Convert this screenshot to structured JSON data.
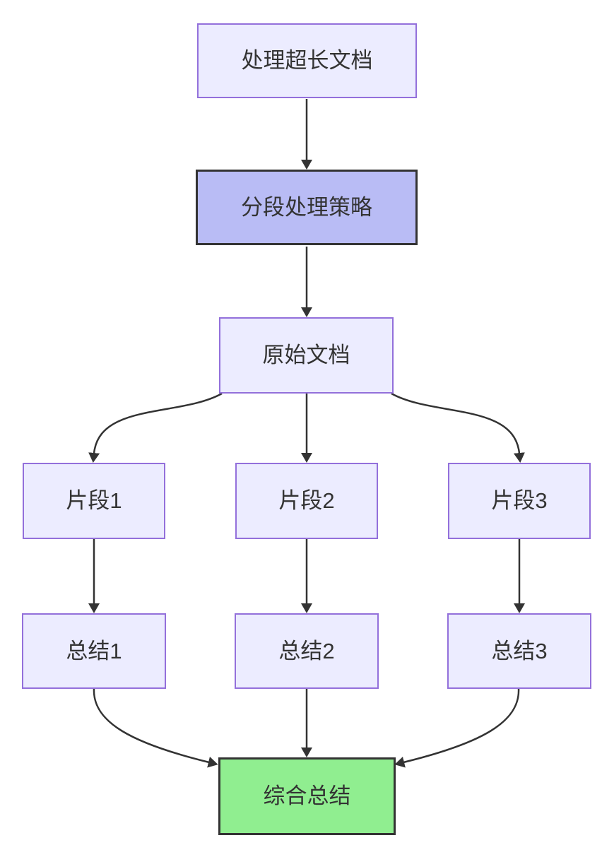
{
  "diagram": {
    "type": "flowchart",
    "direction": "top-down",
    "nodes": {
      "doc": {
        "label": "处理超长文档"
      },
      "strategy": {
        "label": "分段处理策略"
      },
      "original": {
        "label": "原始文档"
      },
      "chunk1": {
        "label": "片段1"
      },
      "chunk2": {
        "label": "片段2"
      },
      "chunk3": {
        "label": "片段3"
      },
      "sum1": {
        "label": "总结1"
      },
      "sum2": {
        "label": "总结2"
      },
      "sum3": {
        "label": "总结3"
      },
      "final": {
        "label": "综合总结"
      }
    },
    "edges": [
      {
        "from": "doc",
        "to": "strategy"
      },
      {
        "from": "strategy",
        "to": "original"
      },
      {
        "from": "original",
        "to": "chunk1"
      },
      {
        "from": "original",
        "to": "chunk2"
      },
      {
        "from": "original",
        "to": "chunk3"
      },
      {
        "from": "chunk1",
        "to": "sum1"
      },
      {
        "from": "chunk2",
        "to": "sum2"
      },
      {
        "from": "chunk3",
        "to": "sum3"
      },
      {
        "from": "sum1",
        "to": "final"
      },
      {
        "from": "sum2",
        "to": "final"
      },
      {
        "from": "sum3",
        "to": "final"
      }
    ],
    "colors": {
      "background": "#ffffff",
      "node_fill": "#ECECFF",
      "node_border": "#9370DB",
      "strategy_fill": "#b9bcf5",
      "final_fill": "#90EE90",
      "emphasis_border": "#333333",
      "edge": "#333333",
      "text": "#333333"
    }
  }
}
